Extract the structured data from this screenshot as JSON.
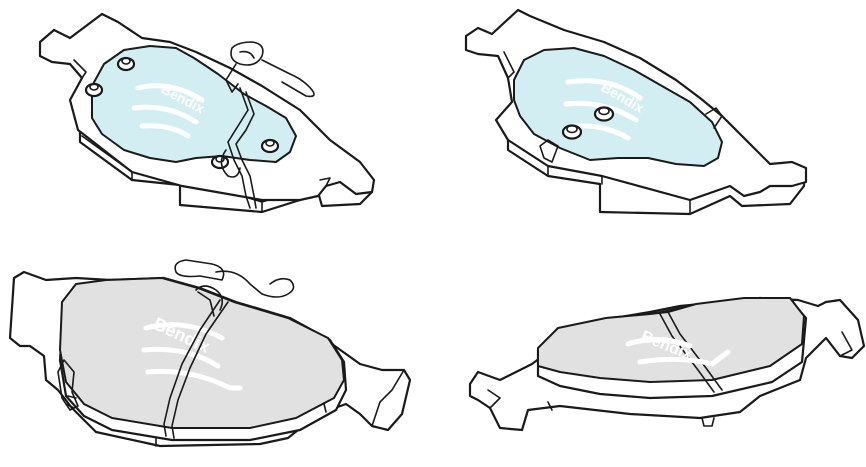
{
  "scene": {
    "background": "#ffffff",
    "outline_color": "#1a1a1a",
    "shim_color": "#d3eef2",
    "friction_color": "#e1e1e1",
    "items": [
      {
        "name": "pad-rear-with-clip",
        "view": "backing-plate"
      },
      {
        "name": "pad-rear-plain",
        "view": "backing-plate"
      },
      {
        "name": "pad-front-with-clip",
        "view": "friction-face"
      },
      {
        "name": "pad-front-plain",
        "view": "friction-face"
      }
    ]
  },
  "logo": {
    "text": "Bendix"
  }
}
